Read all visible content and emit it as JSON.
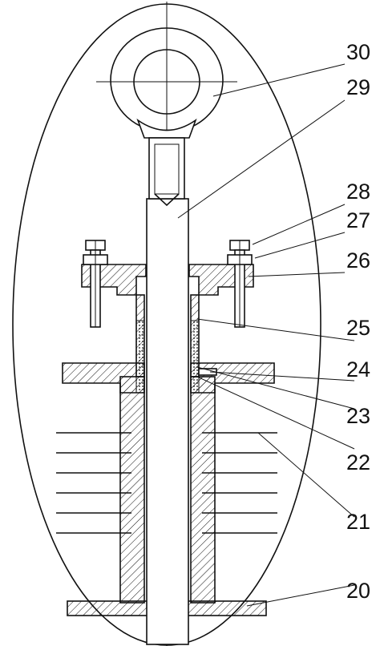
{
  "diagram": {
    "part_labels": [
      {
        "id": "30",
        "text": "30"
      },
      {
        "id": "29",
        "text": "29"
      },
      {
        "id": "28",
        "text": "28"
      },
      {
        "id": "27",
        "text": "27"
      },
      {
        "id": "26",
        "text": "26"
      },
      {
        "id": "25",
        "text": "25"
      },
      {
        "id": "24",
        "text": "24"
      },
      {
        "id": "23",
        "text": "23"
      },
      {
        "id": "22",
        "text": "22"
      },
      {
        "id": "21",
        "text": "21"
      },
      {
        "id": "20",
        "text": "20"
      }
    ],
    "colors": {
      "line": "#111111",
      "background": "#ffffff"
    }
  }
}
